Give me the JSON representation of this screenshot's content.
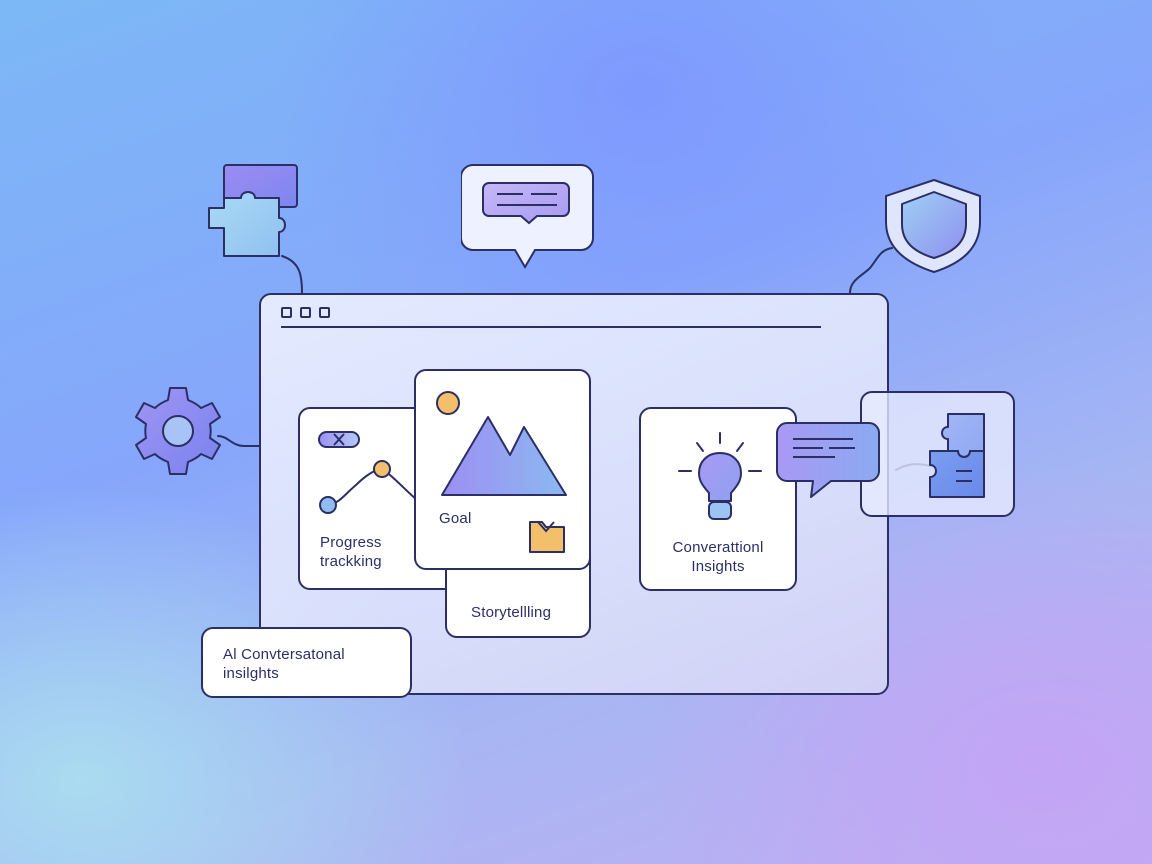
{
  "cards": {
    "progress": {
      "line1": "Progress",
      "line2": "trackking"
    },
    "goal": {
      "label": "Goal"
    },
    "storytelling": {
      "label": "Storytellling"
    },
    "insights": {
      "line1": "Converattionl",
      "line2": "Insights"
    },
    "banner": {
      "line1": "Al Convtersatonal",
      "line2": "insilghts"
    }
  },
  "icons": {
    "puzzle_top_left": "puzzle-icon",
    "chat_top": "chat-bubble-icon",
    "shield": "shield-icon",
    "gear": "gear-icon",
    "chat_right": "chat-bubble-icon",
    "puzzle_right": "puzzle-icon",
    "lightbulb": "lightbulb-icon",
    "mountain": "mountain-image-icon",
    "folder": "folder-icon"
  },
  "colors": {
    "outline": "#2b2f66",
    "accent_purple": "#8f85f2",
    "accent_blue": "#7fb0ee",
    "accent_orange": "#f3bf6a"
  }
}
